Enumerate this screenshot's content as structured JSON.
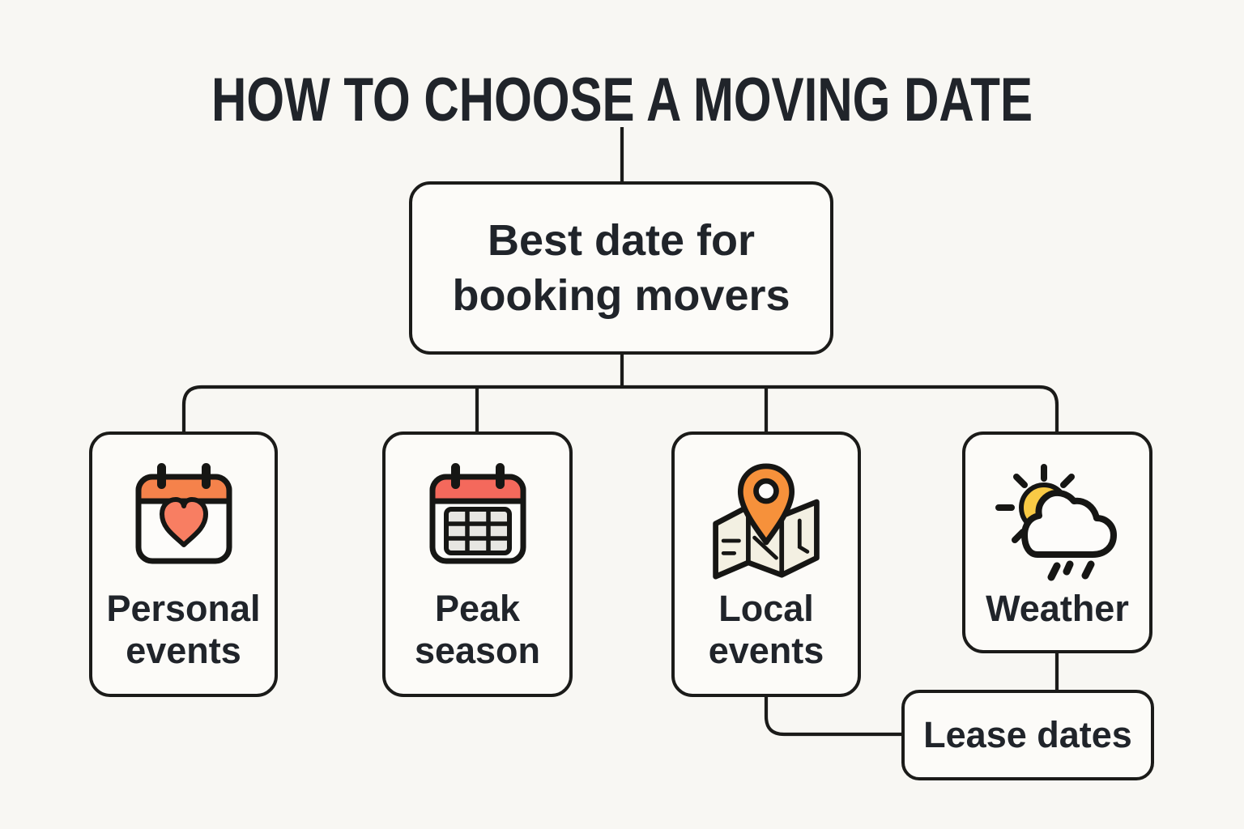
{
  "title": "HOW TO CHOOSE A MOVING DATE",
  "root_node": {
    "line1": "Best date for",
    "line2": "booking movers"
  },
  "nodes": {
    "personal": {
      "line1": "Personal",
      "line2": "events",
      "icon": "calendar-heart-icon"
    },
    "peak": {
      "line1": "Peak",
      "line2": "season",
      "icon": "calendar-grid-icon"
    },
    "local": {
      "line1": "Local",
      "line2": "events",
      "icon": "map-pin-icon"
    },
    "weather": {
      "line1": "Weather",
      "icon": "sun-cloud-icon"
    },
    "lease": {
      "label": "Lease dates"
    }
  },
  "colors": {
    "bg": "#F8F7F3",
    "boxbg": "#FCFBF8",
    "line": "#1B1B19",
    "ink": "#20242A",
    "orange": "#F5824B",
    "salmon": "#F4695C",
    "heart": "#F87E62",
    "pin": "#F6913B",
    "sun": "#F9CA45",
    "map": "#F3F0E2",
    "cell": "#E7E6E2",
    "white": "#FDFCFA"
  }
}
